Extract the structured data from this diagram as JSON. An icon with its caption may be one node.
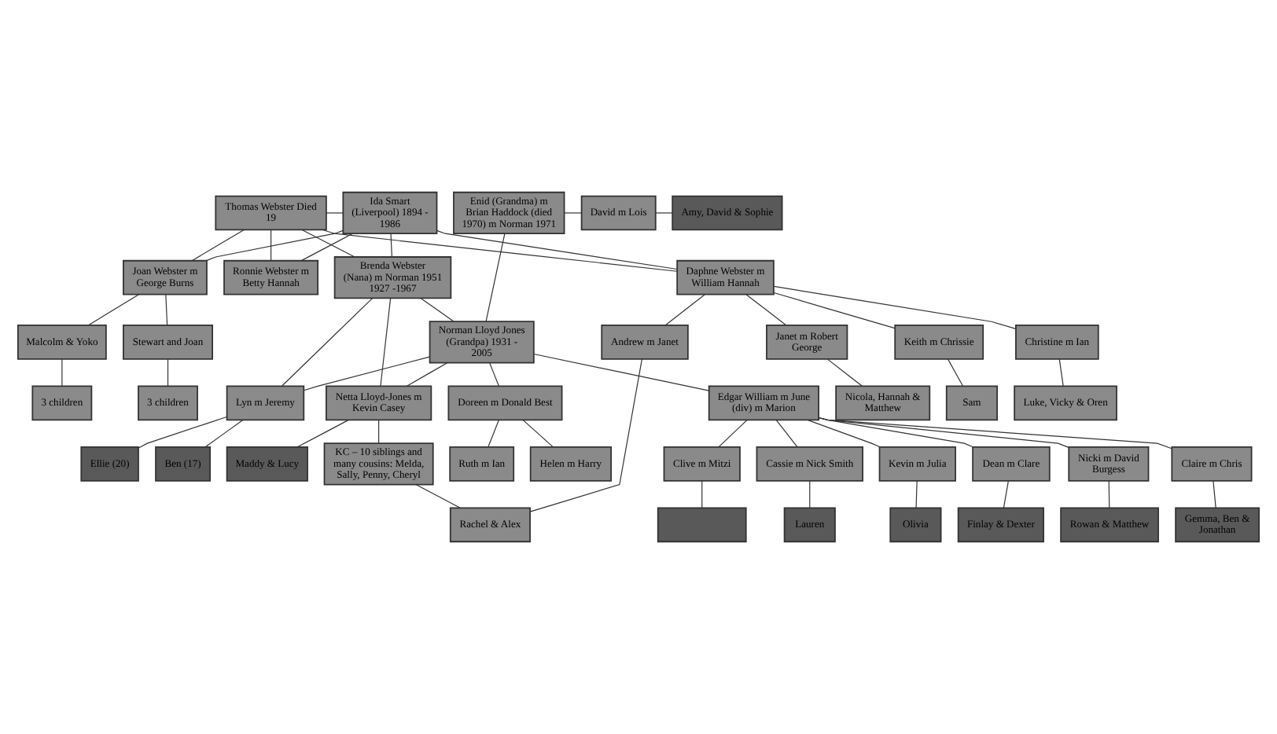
{
  "diagram": {
    "nodes": [
      {
        "text": [
          "Thomas Webster Died 19"
        ]
      },
      {
        "text": [
          "Ida Smart (Liverpool) 1894 - 1986"
        ]
      },
      {
        "text": [
          "Enid (Grandma) m Brian Haddock (died 1970) m Norman 1971"
        ]
      },
      {
        "text": [
          "David m Lois"
        ]
      },
      {
        "text": [
          "Amy, David & Sophie"
        ]
      },
      {
        "text": [
          "Joan Webster m George Burns"
        ]
      },
      {
        "text": [
          "Ronnie Webster m Betty Hannah"
        ]
      },
      {
        "text": [
          "Brenda Webster (Nana) m Norman 1951 1927 -1967"
        ]
      },
      {
        "text": [
          "Norman Lloyd Jones (Grandpa) 1931 - 2005"
        ]
      },
      {
        "text": [
          "Edgar William m June (div) m Marion"
        ]
      },
      {
        "text": [
          "Doreen m Donald Best"
        ]
      },
      {
        "text": [
          "Helen m Harry"
        ]
      },
      {
        "text": [
          "Ruth m Ian"
        ]
      },
      {
        "text": [
          "Daphne Webster m William Hannah"
        ]
      },
      {
        "text": [
          "Malcolm & Yoko"
        ]
      },
      {
        "text": [
          "Stewart and Joan"
        ]
      },
      {
        "text": [
          "Lyn m Jeremy"
        ]
      },
      {
        "text": [
          "Netta Lloyd-Jones m Kevin Casey"
        ]
      },
      {
        "text": [
          "Kevin m Julia"
        ]
      },
      {
        "text": [
          "Olivia"
        ]
      },
      {
        "text": [
          "3 children"
        ]
      },
      {
        "text": [
          "3 children"
        ]
      },
      {
        "text": [
          "Maddy & Lucy"
        ]
      },
      {
        "text": [
          "Clive m Mitzi"
        ]
      },
      {
        "text": [],
        "shape": "box"
      },
      {
        "text": [
          "Ellie (20)"
        ]
      },
      {
        "text": [
          "Ben (17)"
        ]
      },
      {
        "text": [
          "KC – 10 siblings and many cousins: Melda, Sally, Penny, Cheryl"
        ]
      },
      {
        "text": [
          "Cassie m Nick Smith"
        ]
      },
      {
        "text": [
          "Lauren"
        ]
      },
      {
        "text": [
          "Janet m Robert George"
        ]
      },
      {
        "text": [
          "Nicola, Hannah & Matthew"
        ]
      },
      {
        "text": [
          "Andrew m Janet"
        ]
      },
      {
        "text": [
          "Rachel & Alex"
        ]
      },
      {
        "text": [
          "Dean m Clare"
        ]
      },
      {
        "text": [
          "Nicki m David Burgess"
        ]
      },
      {
        "text": [
          "Rowan & Matthew"
        ]
      },
      {
        "text": [
          "Keith m Chrissie"
        ]
      },
      {
        "text": [
          "Christine m Ian"
        ]
      },
      {
        "text": [
          "Luke, Vicky & Oren"
        ]
      },
      {
        "text": [
          "Finlay & Dexter"
        ]
      },
      {
        "text": [
          "Claire m Chris"
        ]
      },
      {
        "text": [
          "Gemma, Ben & Jonathan"
        ]
      },
      {
        "text": [
          "Sam"
        ]
      }
    ],
    "edges": [
      {
        "from": 0,
        "to": 1,
        "arrow": "none"
      },
      {
        "from": 0,
        "to": 5,
        "arrow": "none"
      },
      {
        "from": 1,
        "to": 5,
        "arrow": "none"
      },
      {
        "from": 0,
        "to": 6,
        "arrow": "none"
      },
      {
        "from": 1,
        "to": 6,
        "arrow": "none"
      },
      {
        "from": 0,
        "to": 13,
        "arrow": "none"
      },
      {
        "from": 1,
        "to": 13,
        "arrow": "none"
      },
      {
        "from": 0,
        "to": 7,
        "arrow": "none"
      },
      {
        "from": 1,
        "to": 7,
        "arrow": "none"
      },
      {
        "from": 2,
        "to": 3,
        "arrow": "none"
      },
      {
        "from": 3,
        "to": 4,
        "arrow": "none"
      },
      {
        "from": 2,
        "to": 8,
        "arrow": "none"
      },
      {
        "from": 8,
        "to": 9,
        "arrow": "none"
      },
      {
        "from": 8,
        "to": 10,
        "arrow": "none"
      },
      {
        "from": 7,
        "to": 8,
        "arrow": "none"
      },
      {
        "from": 7,
        "to": 16,
        "arrow": "none"
      },
      {
        "from": 8,
        "to": 16,
        "arrow": "none"
      },
      {
        "from": 7,
        "to": 17,
        "arrow": "none"
      },
      {
        "from": 8,
        "to": 17,
        "arrow": "none"
      },
      {
        "from": 10,
        "to": 11,
        "arrow": "none"
      },
      {
        "from": 10,
        "to": 12,
        "arrow": "none"
      },
      {
        "from": 5,
        "to": 14,
        "arrow": "none"
      },
      {
        "from": 5,
        "to": 15,
        "arrow": "none"
      },
      {
        "from": 14,
        "to": 20,
        "arrow": "none"
      },
      {
        "from": 15,
        "to": 21,
        "arrow": "none"
      },
      {
        "from": 16,
        "to": 25,
        "arrow": "none"
      },
      {
        "from": 16,
        "to": 26,
        "arrow": "none"
      },
      {
        "from": 17,
        "to": 22,
        "arrow": "none"
      },
      {
        "from": 17,
        "to": 27,
        "arrow": "none"
      },
      {
        "from": 27,
        "to": 33,
        "arrow": "none"
      },
      {
        "from": 32,
        "to": 33,
        "arrow": "none"
      },
      {
        "from": 13,
        "to": 30,
        "arrow": "none"
      },
      {
        "from": 13,
        "to": 32,
        "arrow": "none"
      },
      {
        "from": 13,
        "to": 37,
        "arrow": "none"
      },
      {
        "from": 13,
        "to": 38,
        "arrow": "none"
      },
      {
        "from": 30,
        "to": 31,
        "arrow": "none"
      },
      {
        "from": 37,
        "to": 43,
        "arrow": "none"
      },
      {
        "from": 38,
        "to": 39,
        "arrow": "none"
      },
      {
        "from": 9,
        "to": 34,
        "arrow": "none"
      },
      {
        "from": 9,
        "to": 18,
        "arrow": "none"
      },
      {
        "from": 9,
        "to": 23,
        "arrow": "none"
      },
      {
        "from": 9,
        "to": 28,
        "arrow": "none"
      },
      {
        "from": 9,
        "to": 35,
        "arrow": "none"
      },
      {
        "from": 9,
        "to": 41,
        "arrow": "none"
      },
      {
        "from": 18,
        "to": 19,
        "arrow": "none"
      },
      {
        "from": 23,
        "to": 24,
        "arrow": "none"
      },
      {
        "from": 28,
        "to": 29,
        "arrow": "none"
      },
      {
        "from": 35,
        "to": 36,
        "arrow": "none"
      },
      {
        "from": 41,
        "to": 42,
        "arrow": "none"
      },
      {
        "from": 34,
        "to": 40,
        "arrow": "none"
      }
    ]
  }
}
